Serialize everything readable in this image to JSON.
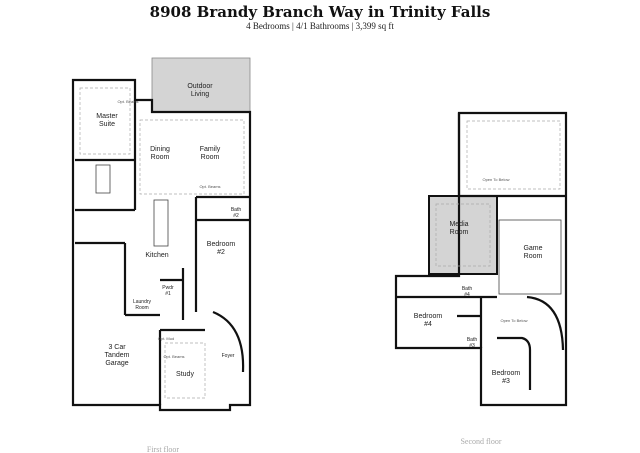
{
  "header": {
    "title": "8908 Brandy Branch Way in Trinity Falls",
    "subtitle": "4 Bedrooms | 4/1 Bathrooms | 3,399 sq ft"
  },
  "first_floor": {
    "label": "First floor",
    "rooms": {
      "outdoor_living": [
        "Outdoor",
        "Living"
      ],
      "master_suite": [
        "Master",
        "Suite"
      ],
      "dining_room": [
        "Dining",
        "Room"
      ],
      "family_room": [
        "Family",
        "Room"
      ],
      "bath2": [
        "Bath",
        "#2"
      ],
      "bedroom2": [
        "Bedroom",
        "#2"
      ],
      "kitchen": "Kitchen",
      "pwdr1": [
        "Pwdr",
        "#1"
      ],
      "laundry": [
        "Laundry",
        "Room"
      ],
      "garage": [
        "3 Car",
        "Tandem",
        "Garage"
      ],
      "study": "Study",
      "foyer": "Foyer"
    },
    "notes": {
      "opt_beams": "Opt. Beams",
      "opt_mud": "Opt. Mud"
    }
  },
  "second_floor": {
    "label": "Second floor",
    "rooms": {
      "media_room": [
        "Media",
        "Room"
      ],
      "game_room": [
        "Game",
        "Room"
      ],
      "bath4": [
        "Bath",
        "#4"
      ],
      "bedroom4": [
        "Bedroom",
        "#4"
      ],
      "bath3": [
        "Bath",
        "#3"
      ],
      "bedroom3": [
        "Bedroom",
        "#3"
      ]
    },
    "notes": {
      "open_to_below": "Open To Below"
    }
  },
  "colors": {
    "shaded_room": "#d4d4d4",
    "wall": "#111111"
  }
}
